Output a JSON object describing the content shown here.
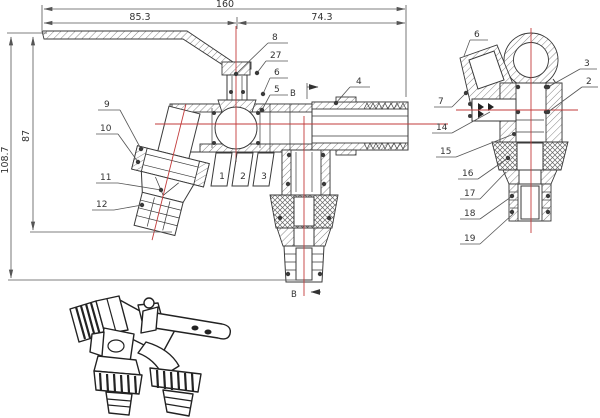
{
  "drawing": {
    "dim_overall_width": "160",
    "dim_left_segment": "85.3",
    "dim_right_segment": "74.3",
    "dim_inner_height": "87",
    "dim_overall_height": "108.7",
    "section_letter": "B"
  },
  "callouts": {
    "c1": "1",
    "c2": "2",
    "c3": "3",
    "c4": "4",
    "c5": "5",
    "c6": "6",
    "c7": "7",
    "c8": "8",
    "c9": "9",
    "c10": "10",
    "c11": "11",
    "c12": "12",
    "c14": "14",
    "c15": "15",
    "c16": "16",
    "c17": "17",
    "c18": "18",
    "c19": "19",
    "c27": "27"
  },
  "colors": {
    "line": "#3a3a3a",
    "centerline": "#c23b3b",
    "background": "#ffffff"
  }
}
